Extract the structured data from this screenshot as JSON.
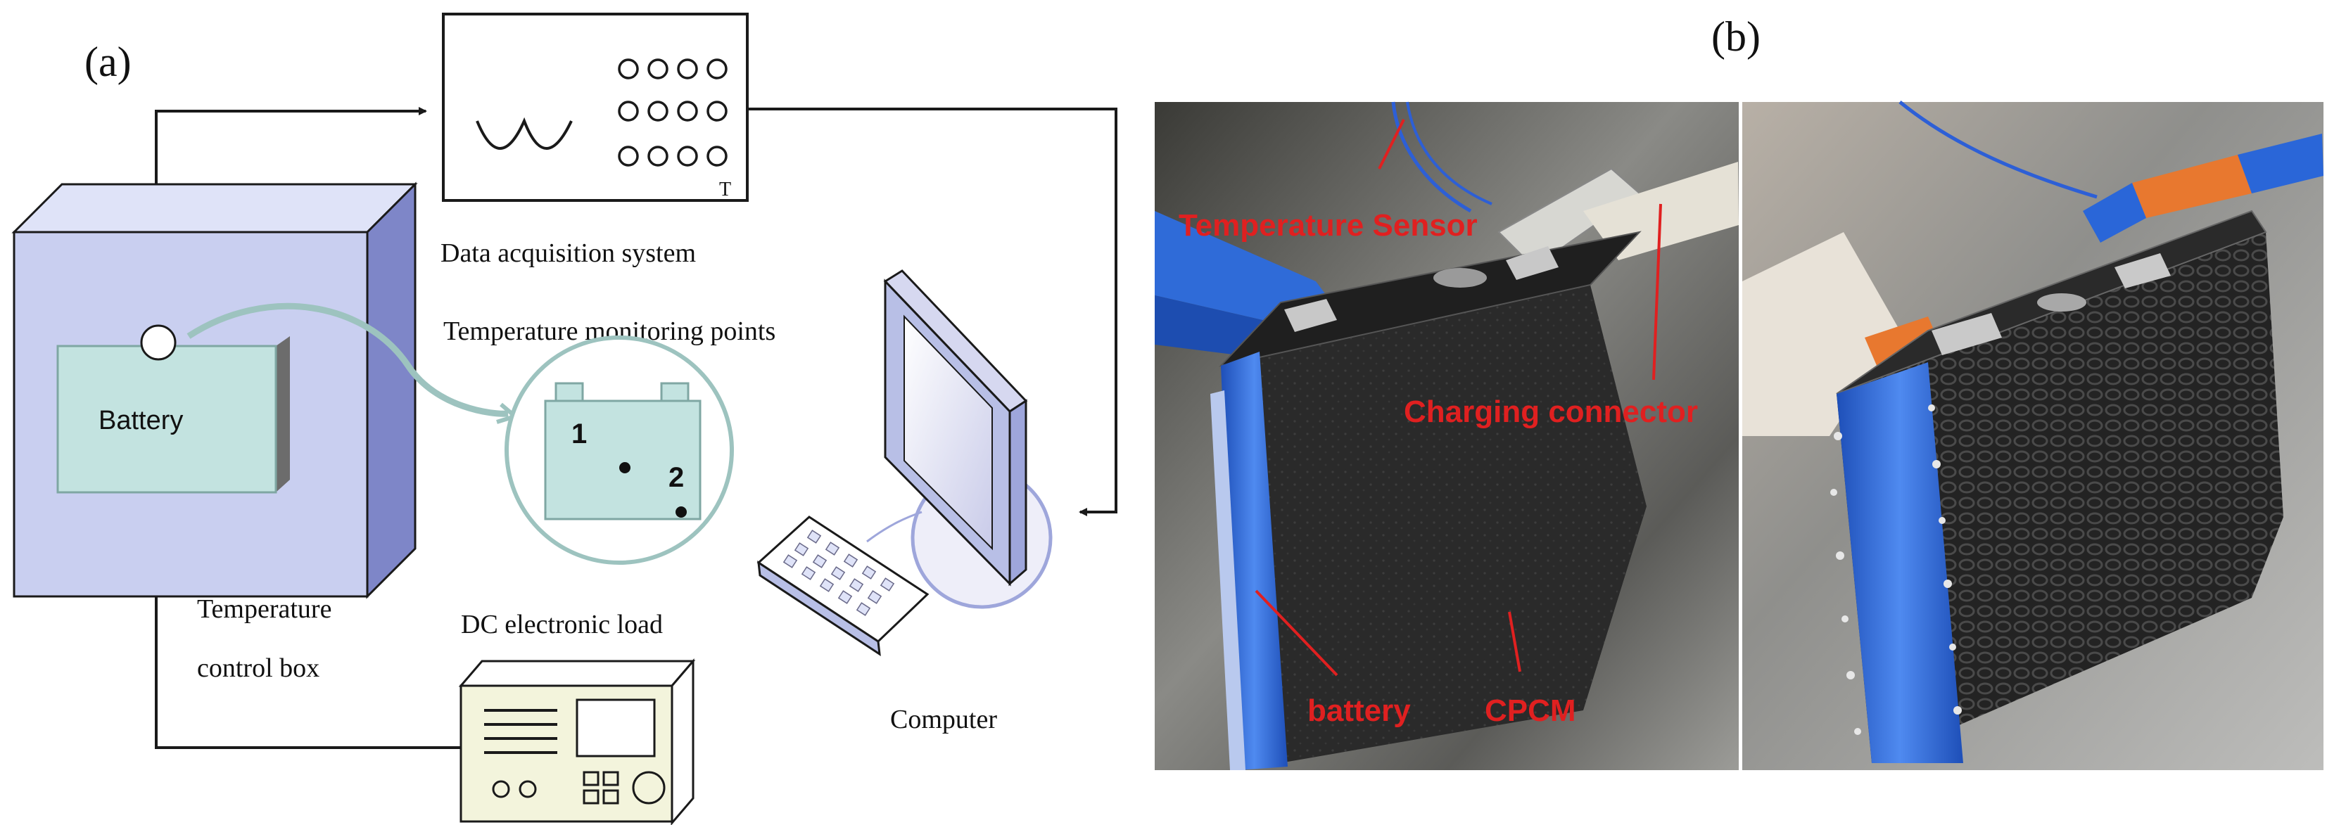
{
  "panel_a": {
    "label": "(a)",
    "data_acquisition_label": "Data acquisition system",
    "data_acquisition_mark": "T",
    "monitoring_label": "Temperature monitoring points",
    "battery_label": "Battery",
    "point_1": "1",
    "point_2": "2",
    "box_label_line1": "Temperature",
    "box_label_line2": "control box",
    "load_label": "DC electronic load",
    "computer_label": "Computer"
  },
  "panel_b": {
    "label": "(b)",
    "annotations": {
      "temperature_sensor": "Temperature Sensor",
      "charging_connector": "Charging connector",
      "battery": "battery",
      "cpcm": "CPCM"
    }
  },
  "colors": {
    "line": "#1a1a1a",
    "box_blue": "#c9cff0",
    "box_blue_dark": "#7e86c8",
    "battery_fill": "#c3e3e0",
    "battery_edge": "#7fa7a3",
    "battery_shadow": "#6c6c6c",
    "annotation_red": "#e02020",
    "tape_blue": "#2a66d8",
    "cpcm_dark": "#2b2b2b"
  }
}
